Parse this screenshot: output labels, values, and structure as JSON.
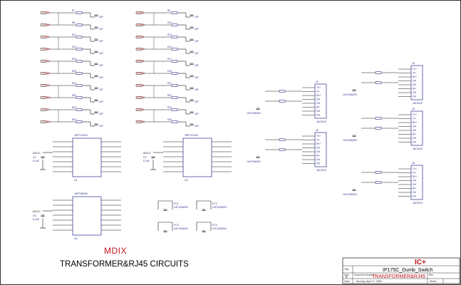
{
  "labels": {
    "mdix": "MDIX",
    "circuit_title": "TRANSFORMER&RJ45 CIRCUITS"
  },
  "title_block": {
    "logo": "IC+",
    "project": "IP175C_Dumb_Switch",
    "sheet_title": "TRANSFORMER&RJ45",
    "doc_label": "Document Number",
    "size_label": "Size",
    "size_value": "B",
    "date_label": "Date:",
    "date_value": "Monday, April 17, 2006",
    "sheet_label": "Sheet",
    "title_label": "Title",
    "rev_label": "Rev"
  },
  "left_column": {
    "nets": [
      "TXOP0",
      "TXOM0",
      "TXOP1",
      "TXOM1",
      "TXOP2",
      "TXOM2",
      "TXOP3",
      "TXOM3",
      "TXOP4",
      "TXOM4"
    ],
    "resistors": [
      "R7",
      "R8",
      "R11",
      "R12",
      "R15",
      "R16",
      "R19",
      "R20",
      "R23",
      "R24"
    ],
    "cap_label": "10P"
  },
  "mid_column": {
    "nets": [
      "RXIP0",
      "RXIM0",
      "RXIP1",
      "RXIM1",
      "RXIP2",
      "RXIM2",
      "RXIP3",
      "RXIM3",
      "RXIP4",
      "RXIM4"
    ],
    "resistors": [
      "R9",
      "R10",
      "R13",
      "R14",
      "R17",
      "R18",
      "R21",
      "R22",
      "R25",
      "R26"
    ],
    "cap_label": "10P"
  },
  "transformers": [
    {
      "ref": "U1",
      "part": "16PT1024X",
      "vcc": "AVCC",
      "cap": "C1",
      "cap_val": "0.1uF"
    },
    {
      "ref": "U2",
      "part": "16PT1024X",
      "vcc": "AVCC",
      "cap": "C2",
      "cap_val": "0.1uF"
    },
    {
      "ref": "U3",
      "part": "16PT8505X",
      "vcc": "AVCC",
      "cap": "C3",
      "cap_val": "0.1uF"
    }
  ],
  "connectors": [
    {
      "ref": "J1",
      "name": "JACKX5",
      "pins": [
        "TX+",
        "TX-",
        "RX+",
        "CM",
        "CM",
        "RX-",
        "CM",
        "CM"
      ]
    },
    {
      "ref": "J2",
      "name": "JACKX5",
      "pins": [
        "TX+",
        "TX-",
        "RX+",
        "CM",
        "CM",
        "RX-",
        "CM",
        "CM"
      ]
    },
    {
      "ref": "J3",
      "name": "JACKX5",
      "pins": [
        "TX+",
        "TX-",
        "RX+",
        "CM",
        "CM",
        "RX-",
        "CM",
        "CM"
      ]
    },
    {
      "ref": "J4",
      "name": "JACKX5",
      "pins": [
        "TX+",
        "TX-",
        "RX+",
        "CM",
        "CM",
        "RX-",
        "CM",
        "CM"
      ]
    },
    {
      "ref": "J5",
      "name": "JACKX5",
      "pins": [
        "TX+",
        "TX-",
        "RX+",
        "CM",
        "CM",
        "RX-",
        "CM",
        "CM"
      ]
    }
  ],
  "ferrites": [
    {
      "ref": "FC1",
      "val": "1nF/1206/2KV"
    },
    {
      "ref": "FC2",
      "val": "1nF/1206/2KV"
    },
    {
      "ref": "FC3",
      "val": "1nF/1206/2KV"
    },
    {
      "ref": "FC4",
      "val": "1nF/1206/2KV"
    }
  ],
  "rj_caps": {
    "val": "1nF/1206/2KV"
  },
  "colors": {
    "wire": "#1c1c1c",
    "net_label": "#c0141c",
    "component": "#2a2a8a",
    "title": "#c0141c"
  }
}
